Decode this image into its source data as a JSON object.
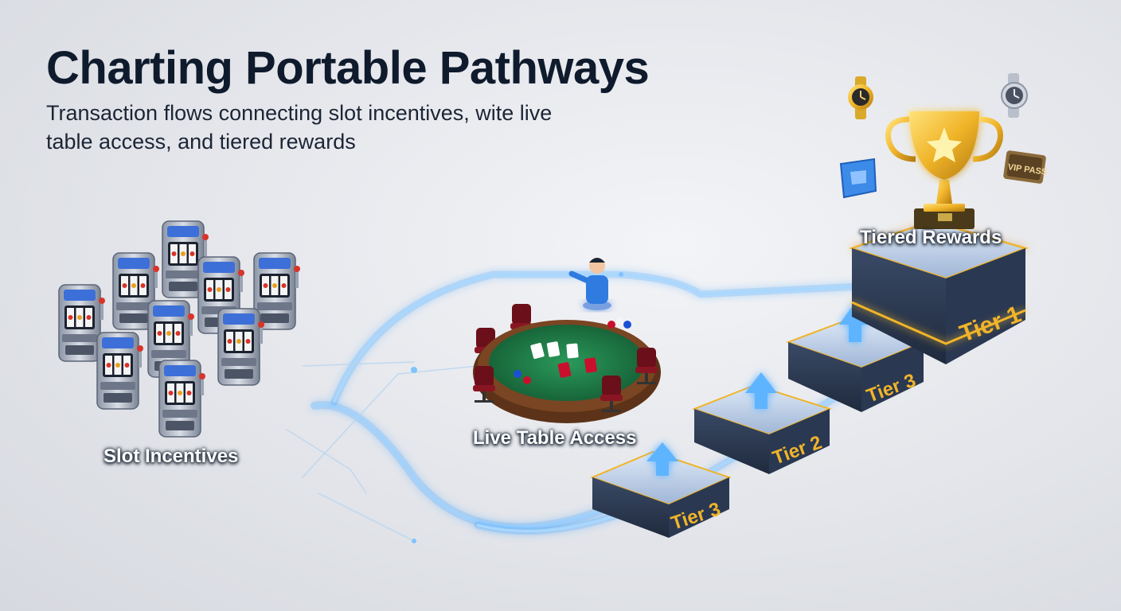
{
  "header": {
    "title": "Charting Portable Pathways",
    "subtitle": "Transaction flows connecting slot incentives, wite live table access, and tiered rewards"
  },
  "labels": {
    "slots": "Slot Incentives",
    "table": "Live Table Access",
    "rewards": "Tiered Rewards"
  },
  "tiers": {
    "first": "Tier 3",
    "second": "Tier 2",
    "third": "Tier 3",
    "top": "Tier 1"
  },
  "rewards": {
    "vip_card": "VIP PASS"
  },
  "colors": {
    "flow": "#4aa8ff",
    "gold": "#f0b429",
    "title": "#0f1b2d",
    "felt": "#1d7a45"
  }
}
